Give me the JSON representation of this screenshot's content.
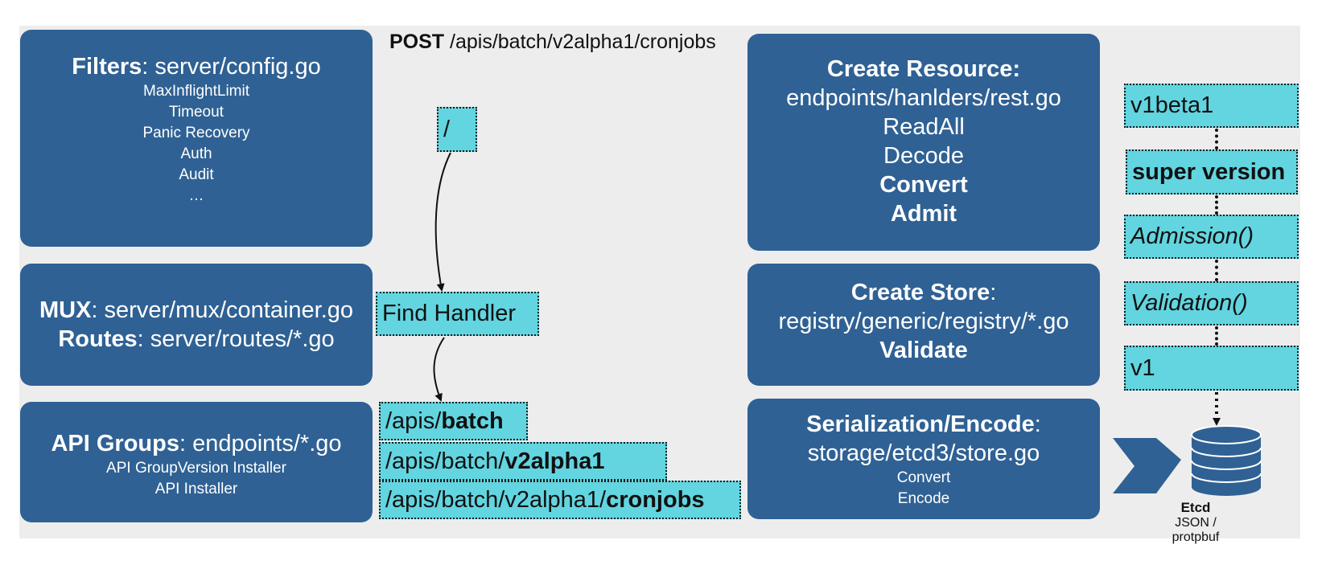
{
  "post": {
    "method": "POST",
    "path": " /apis/batch/v2alpha1/cronjobs"
  },
  "filters": {
    "title_bold": "Filters",
    "title_rest": ": server/config.go",
    "items": [
      "MaxInflightLimit",
      "Timeout",
      "Panic Recovery",
      "Auth",
      "Audit",
      "…"
    ]
  },
  "mux": {
    "line1_bold": "MUX",
    "line1_rest": ": server/mux/container.go",
    "line2_bold": "Routes",
    "line2_rest": ": server/routes/*.go"
  },
  "api_groups": {
    "title_bold": "API Groups",
    "title_rest": ": endpoints/*.go",
    "items": [
      "API GroupVersion Installer",
      "API Installer"
    ]
  },
  "path_flow": {
    "root": "/",
    "find_handler": "Find Handler",
    "batch": {
      "prefix": "/apis/",
      "bold": "batch"
    },
    "v2alpha1": {
      "prefix": "/apis/batch/",
      "bold": "v2alpha1"
    },
    "cronjobs": {
      "prefix": "/apis/batch/v2alpha1/",
      "bold": "cronjobs"
    }
  },
  "create_resource": {
    "title": "Create Resource:",
    "file": "endpoints/hanlders/rest.go",
    "steps": [
      "ReadAll",
      "Decode"
    ],
    "bold_steps": [
      "Convert",
      "Admit"
    ]
  },
  "create_store": {
    "title_bold": "Create Store",
    "title_rest": ":",
    "file": "registry/generic/registry/*.go",
    "step": "Validate"
  },
  "serialization": {
    "title_bold": "Serialization/Encode",
    "title_rest": ":",
    "file": "storage/etcd3/store.go",
    "steps": [
      "Convert",
      "Encode"
    ]
  },
  "versions": {
    "v1beta1": "v1beta1",
    "super": "super version",
    "admission": "Admission()",
    "validation": "Validation()",
    "v1": "v1"
  },
  "etcd": {
    "name": "Etcd",
    "formats": "JSON / protpbuf"
  },
  "colors": {
    "box": "#2f6194",
    "cyan": "#62d5e0",
    "background": "#ededed"
  }
}
